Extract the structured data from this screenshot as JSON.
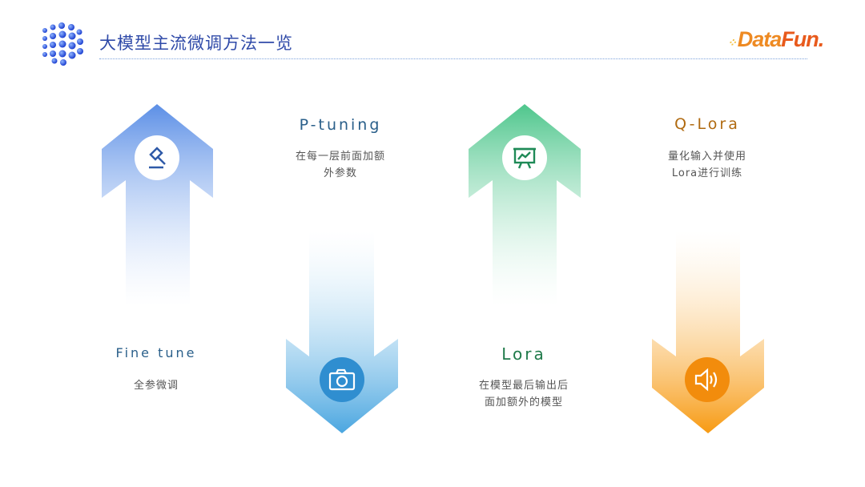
{
  "header": {
    "title": "大模型主流微调方法一览",
    "logo": "DataFun."
  },
  "methods": [
    {
      "name": "Fine tune",
      "desc": [
        "全参微调"
      ],
      "icon": "gavel-icon",
      "color": "#5b8fe0"
    },
    {
      "name": "P-tuning",
      "desc": [
        "在每一层前面加额",
        "外参数"
      ],
      "icon": "camera-icon",
      "color": "#3a9ad8"
    },
    {
      "name": "Lora",
      "desc": [
        "在模型最后输出后",
        "面加额外的模型"
      ],
      "icon": "presentation-chart-icon",
      "color": "#4cc08a"
    },
    {
      "name": "Q-Lora",
      "desc": [
        "量化输入并使用",
        "Lora进行训练"
      ],
      "icon": "speaker-icon",
      "color": "#f49a18"
    }
  ]
}
